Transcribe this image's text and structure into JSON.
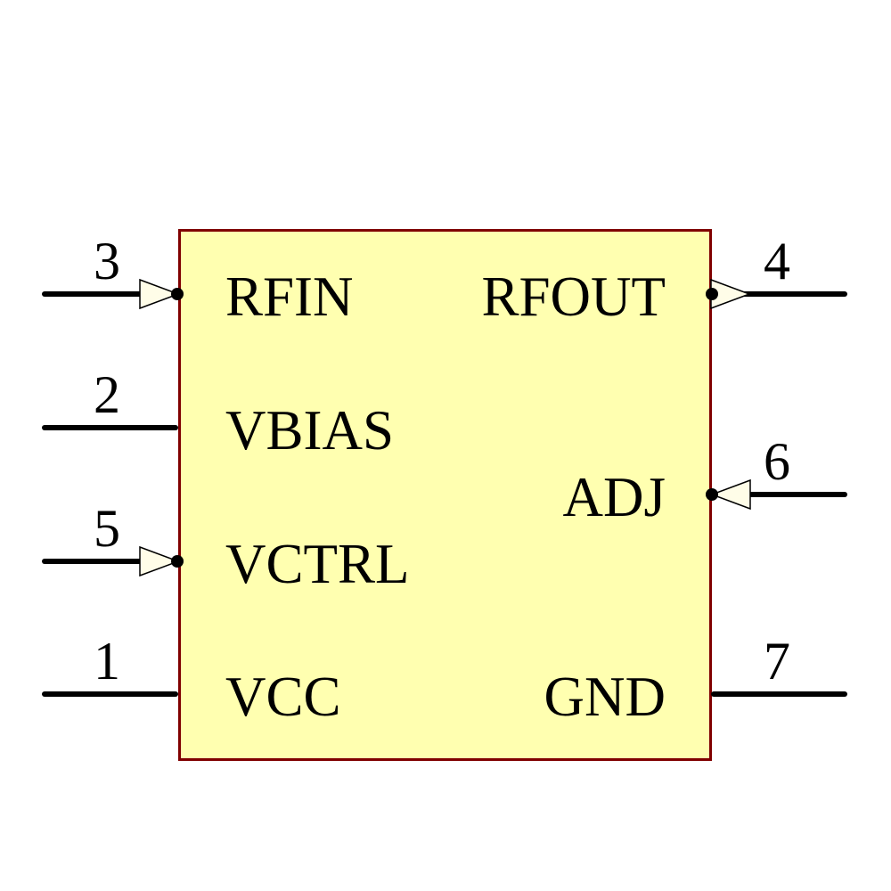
{
  "diagram": {
    "type": "ic-schematic-symbol",
    "colors": {
      "background": "#ffffff",
      "body_fill": "#ffffb0",
      "body_border": "#800000",
      "arrow_fill": "#fffde8",
      "pin_color": "#000000"
    },
    "pins_left": [
      {
        "number": "3",
        "label": "RFIN",
        "style": "input-arrow"
      },
      {
        "number": "2",
        "label": "VBIAS",
        "style": "plain"
      },
      {
        "number": "5",
        "label": "VCTRL",
        "style": "input-arrow"
      },
      {
        "number": "1",
        "label": "VCC",
        "style": "plain"
      }
    ],
    "pins_right": [
      {
        "number": "4",
        "label": "RFOUT",
        "style": "output-arrow"
      },
      {
        "number": "6",
        "label": "ADJ",
        "style": "input-arrow"
      },
      {
        "number": "7",
        "label": "GND",
        "style": "plain"
      }
    ]
  }
}
